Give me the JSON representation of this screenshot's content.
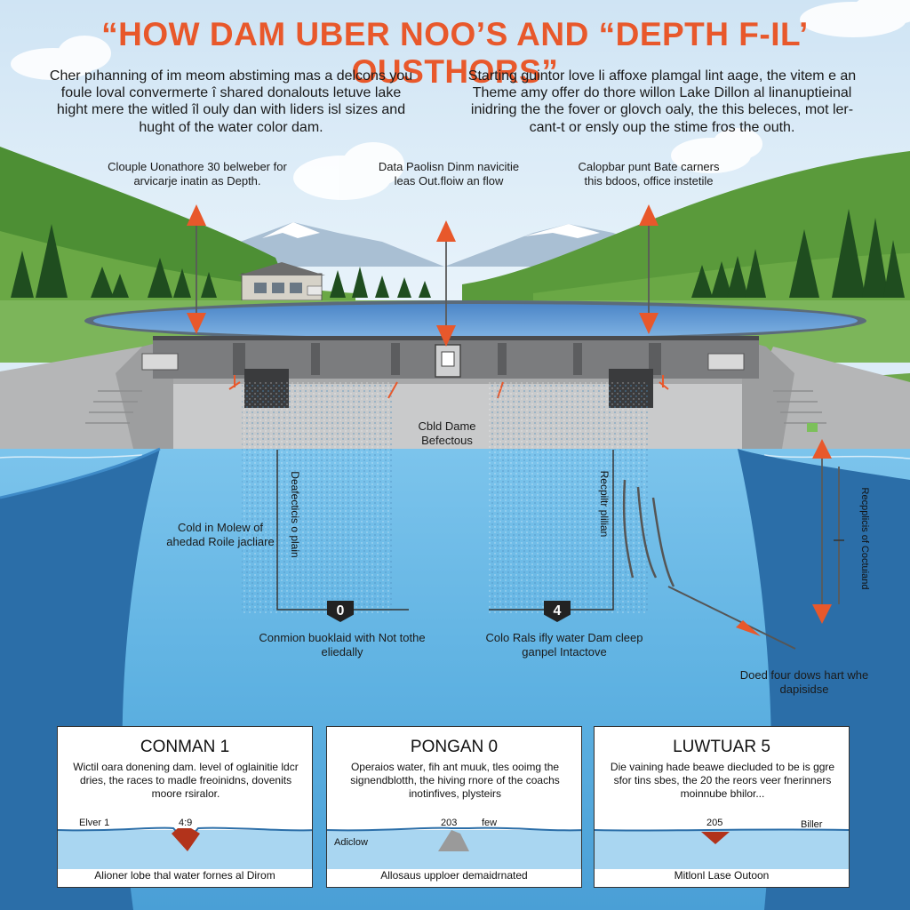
{
  "title": "“HOW DAM UBER NOO’S AND “DEPTH F-IL’ OUSTHORS”",
  "intro_left": "Cher pıhanning of im meom abstiming mas a delcons you foule loval convermerte î shared donalouts letuve lake hight mere the witled îl ouly dan with liders isl sizes and hught of the water color dam.",
  "intro_right": "Starting guintor love li affoxe plamgal lint aage, the vitem e an Theme amy offer do thore willon Lake Dillon al linanuptieinal inidring the the fover or glovch oaly, the this beleces, mot ler-cant-t or ensly oup the stime fros the outh.",
  "callouts": {
    "left": "Clouple Uonathore 30 belweber for arvicarje inatin as Depth.",
    "center": "Data Paolisn Dinm navicitie leas Out.floiw an flow",
    "right": "Calopbar punt Bate carners this bdoos, office instetile"
  },
  "dam_label": "Cbld Dame Befectous",
  "vertical": {
    "left": "Deafecticis o plain",
    "right": "Recpiltr plilian",
    "far_right": "Recpplicis of Coctuiand"
  },
  "badges": [
    "0",
    "4"
  ],
  "labels": {
    "left_mid": "Cold in Molew of ahedad Roile jacliare",
    "bottom_left": "Conmion buoklaid with Not tothe eliedally",
    "bottom_center": "Colo Rals ifly water Dam cleep ganpel Intactove",
    "bottom_right": "Doed four dows hart whe dapisidse"
  },
  "panels": [
    {
      "title": "CONMAN 1",
      "body": "Wictil oara donening dam. level of oglainitie ldcr dries, the races to madle freoinidns, dovenits moore rsiralor.",
      "marker": "4:9",
      "side_label": "Elver 1",
      "caption": "Alioner lobe thal water fornes al Dirom",
      "accent": "#b2331b"
    },
    {
      "title": "PONGAN 0",
      "body": "Operaios water, fih ant muuk, tles ooimg the signendblotth, the hiving rnore of the coachs inotinfives, plysteirs",
      "marker": "203",
      "side_label": "few",
      "extra_label": "Adiclow",
      "caption": "Allosaus upploer demaidrnated",
      "accent": "#9a9a9a"
    },
    {
      "title": "LUWTUAR 5",
      "body": "Die vaining hade beawe diecluded to be is ggre sfor tins sbes, the 20 the reors veer fnerinners moinnube bhilor...",
      "marker": "205",
      "side_label": "Biller",
      "caption": "Mitlonl Lase Outoon",
      "accent": "#b2331b"
    }
  ],
  "colors": {
    "title": "#e8582b",
    "arrow": "#e8582b",
    "sky": "#dcecf7",
    "hill": "#5d9a3c",
    "grass": "#7cb55a",
    "water": "#5eb0e0",
    "deep_water": "#2b6ea8",
    "dam": "#8a8a8a",
    "concrete": "#c9cacb"
  },
  "icons": [
    "up-arrow-icon",
    "down-arrow-icon",
    "tree-icon",
    "mountain-icon",
    "building-icon"
  ]
}
